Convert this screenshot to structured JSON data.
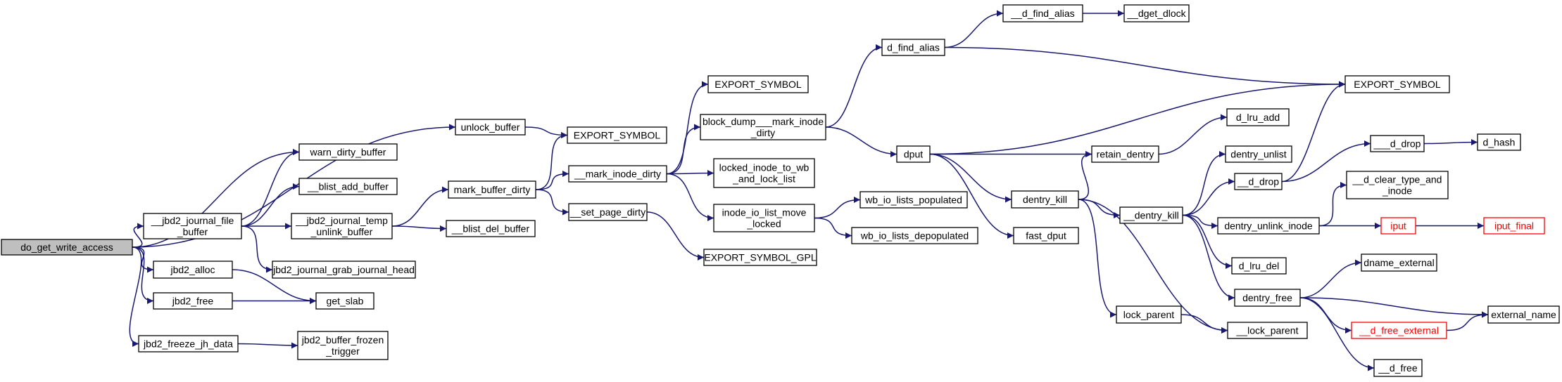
{
  "title": "",
  "colors": {
    "edge": "#191970",
    "node_border": "#000000",
    "node_fill": "#ffffff",
    "root_fill": "#bfbfbf",
    "truncated_border": "#ff0000"
  },
  "nodes": [
    {
      "id": "do_get_write_access",
      "lines": [
        "do_get_write_access"
      ],
      "root": true
    },
    {
      "id": "unlock_buffer",
      "lines": [
        "unlock_buffer"
      ]
    },
    {
      "id": "warn_dirty_buffer",
      "lines": [
        "warn_dirty_buffer"
      ]
    },
    {
      "id": "jbd2_journal_file_buffer",
      "lines": [
        "__jbd2_journal_file",
        "_buffer"
      ]
    },
    {
      "id": "jbd2_alloc",
      "lines": [
        "jbd2_alloc"
      ]
    },
    {
      "id": "jbd2_free",
      "lines": [
        "jbd2_free"
      ]
    },
    {
      "id": "jbd2_freeze_jh_data",
      "lines": [
        "jbd2_freeze_jh_data"
      ]
    },
    {
      "id": "export_symbol_1",
      "lines": [
        "EXPORT_SYMBOL"
      ]
    },
    {
      "id": "blist_add_buffer",
      "lines": [
        "__blist_add_buffer"
      ]
    },
    {
      "id": "jbd2_journal_temp_unlink_buffer",
      "lines": [
        "__jbd2_journal_temp",
        "_unlink_buffer"
      ]
    },
    {
      "id": "jbd2_journal_grab_journal_head",
      "lines": [
        "jbd2_journal_grab_journal_head"
      ]
    },
    {
      "id": "get_slab",
      "lines": [
        "get_slab"
      ]
    },
    {
      "id": "jbd2_buffer_frozen_trigger",
      "lines": [
        "jbd2_buffer_frozen",
        "_trigger"
      ]
    },
    {
      "id": "mark_buffer_dirty",
      "lines": [
        "mark_buffer_dirty"
      ]
    },
    {
      "id": "blist_del_buffer",
      "lines": [
        "__blist_del_buffer"
      ]
    },
    {
      "id": "mark_inode_dirty",
      "lines": [
        "__mark_inode_dirty"
      ]
    },
    {
      "id": "set_page_dirty",
      "lines": [
        "__set_page_dirty"
      ]
    },
    {
      "id": "export_symbol_2",
      "lines": [
        "EXPORT_SYMBOL"
      ]
    },
    {
      "id": "block_dump_mark_inode_dirty",
      "lines": [
        "block_dump___mark_inode",
        "_dirty"
      ]
    },
    {
      "id": "locked_inode_to_wb_and_lock_list",
      "lines": [
        "locked_inode_to_wb",
        "_and_lock_list"
      ]
    },
    {
      "id": "inode_io_list_move_locked",
      "lines": [
        "inode_io_list_move",
        "_locked"
      ]
    },
    {
      "id": "export_symbol_gpl",
      "lines": [
        "EXPORT_SYMBOL_GPL"
      ]
    },
    {
      "id": "d_find_alias",
      "lines": [
        "d_find_alias"
      ]
    },
    {
      "id": "dput",
      "lines": [
        "dput"
      ]
    },
    {
      "id": "wb_io_lists_populated",
      "lines": [
        "wb_io_lists_populated"
      ]
    },
    {
      "id": "wb_io_lists_depopulated",
      "lines": [
        "wb_io_lists_depopulated"
      ]
    },
    {
      "id": "d_find_alias_2",
      "lines": [
        "__d_find_alias"
      ]
    },
    {
      "id": "dget_dlock",
      "lines": [
        "__dget_dlock"
      ]
    },
    {
      "id": "export_symbol_3",
      "lines": [
        "EXPORT_SYMBOL"
      ]
    },
    {
      "id": "retain_dentry",
      "lines": [
        "retain_dentry"
      ]
    },
    {
      "id": "dentry_kill",
      "lines": [
        "dentry_kill"
      ]
    },
    {
      "id": "fast_dput",
      "lines": [
        "fast_dput"
      ]
    },
    {
      "id": "d_lru_add",
      "lines": [
        "d_lru_add"
      ]
    },
    {
      "id": "dentry_kill_2",
      "lines": [
        "__dentry_kill"
      ]
    },
    {
      "id": "lock_parent",
      "lines": [
        "lock_parent"
      ]
    },
    {
      "id": "lock_parent_2",
      "lines": [
        "__lock_parent"
      ]
    },
    {
      "id": "dentry_unlist",
      "lines": [
        "dentry_unlist"
      ]
    },
    {
      "id": "d_drop_2",
      "lines": [
        "___d_drop"
      ]
    },
    {
      "id": "d_drop",
      "lines": [
        "__d_drop"
      ]
    },
    {
      "id": "dentry_unlink_inode",
      "lines": [
        "dentry_unlink_inode"
      ]
    },
    {
      "id": "d_lru_del",
      "lines": [
        "d_lru_del"
      ]
    },
    {
      "id": "dentry_free",
      "lines": [
        "dentry_free"
      ]
    },
    {
      "id": "d_hash",
      "lines": [
        "d_hash"
      ]
    },
    {
      "id": "d_clear_type_and_inode",
      "lines": [
        "__d_clear_type_and",
        "_inode"
      ]
    },
    {
      "id": "iput",
      "lines": [
        "iput"
      ],
      "truncated": true
    },
    {
      "id": "iput_final",
      "lines": [
        "iput_final"
      ],
      "truncated": true
    },
    {
      "id": "dname_external",
      "lines": [
        "dname_external"
      ]
    },
    {
      "id": "d_free_external",
      "lines": [
        "__d_free_external"
      ],
      "truncated": true
    },
    {
      "id": "external_name",
      "lines": [
        "external_name"
      ]
    },
    {
      "id": "d_free",
      "lines": [
        "__d_free"
      ]
    }
  ],
  "edges": [
    [
      "do_get_write_access",
      "unlock_buffer"
    ],
    [
      "do_get_write_access",
      "warn_dirty_buffer"
    ],
    [
      "do_get_write_access",
      "jbd2_journal_file_buffer"
    ],
    [
      "do_get_write_access",
      "jbd2_alloc"
    ],
    [
      "do_get_write_access",
      "jbd2_free"
    ],
    [
      "do_get_write_access",
      "jbd2_freeze_jh_data"
    ],
    [
      "unlock_buffer",
      "export_symbol_1"
    ],
    [
      "jbd2_journal_file_buffer",
      "warn_dirty_buffer"
    ],
    [
      "jbd2_journal_file_buffer",
      "blist_add_buffer"
    ],
    [
      "jbd2_journal_file_buffer",
      "jbd2_journal_temp_unlink_buffer"
    ],
    [
      "jbd2_journal_file_buffer",
      "jbd2_journal_grab_journal_head"
    ],
    [
      "jbd2_alloc",
      "get_slab"
    ],
    [
      "jbd2_free",
      "get_slab"
    ],
    [
      "jbd2_freeze_jh_data",
      "jbd2_buffer_frozen_trigger"
    ],
    [
      "jbd2_journal_temp_unlink_buffer",
      "mark_buffer_dirty"
    ],
    [
      "jbd2_journal_temp_unlink_buffer",
      "blist_del_buffer"
    ],
    [
      "mark_buffer_dirty",
      "export_symbol_1"
    ],
    [
      "mark_buffer_dirty",
      "mark_inode_dirty"
    ],
    [
      "mark_buffer_dirty",
      "set_page_dirty"
    ],
    [
      "mark_inode_dirty",
      "export_symbol_2"
    ],
    [
      "mark_inode_dirty",
      "block_dump_mark_inode_dirty"
    ],
    [
      "mark_inode_dirty",
      "locked_inode_to_wb_and_lock_list"
    ],
    [
      "mark_inode_dirty",
      "inode_io_list_move_locked"
    ],
    [
      "set_page_dirty",
      "export_symbol_gpl"
    ],
    [
      "block_dump_mark_inode_dirty",
      "d_find_alias"
    ],
    [
      "block_dump_mark_inode_dirty",
      "dput"
    ],
    [
      "inode_io_list_move_locked",
      "wb_io_lists_populated"
    ],
    [
      "inode_io_list_move_locked",
      "wb_io_lists_depopulated"
    ],
    [
      "d_find_alias",
      "d_find_alias_2"
    ],
    [
      "d_find_alias",
      "export_symbol_3"
    ],
    [
      "d_find_alias_2",
      "dget_dlock"
    ],
    [
      "dput",
      "export_symbol_3"
    ],
    [
      "dput",
      "retain_dentry"
    ],
    [
      "dput",
      "dentry_kill"
    ],
    [
      "dput",
      "fast_dput"
    ],
    [
      "retain_dentry",
      "d_lru_add"
    ],
    [
      "dentry_kill",
      "retain_dentry"
    ],
    [
      "dentry_kill",
      "dentry_kill_2"
    ],
    [
      "dentry_kill",
      "lock_parent"
    ],
    [
      "dentry_kill",
      "lock_parent_2"
    ],
    [
      "lock_parent",
      "lock_parent_2"
    ],
    [
      "dentry_kill_2",
      "dentry_unlist"
    ],
    [
      "dentry_kill_2",
      "d_drop"
    ],
    [
      "dentry_kill_2",
      "dentry_unlink_inode"
    ],
    [
      "dentry_kill_2",
      "d_lru_del"
    ],
    [
      "dentry_kill_2",
      "dentry_free"
    ],
    [
      "d_drop",
      "export_symbol_3"
    ],
    [
      "d_drop",
      "d_drop_2"
    ],
    [
      "d_drop_2",
      "d_hash"
    ],
    [
      "dentry_unlink_inode",
      "d_clear_type_and_inode"
    ],
    [
      "dentry_unlink_inode",
      "iput"
    ],
    [
      "iput",
      "iput_final"
    ],
    [
      "dentry_free",
      "dname_external"
    ],
    [
      "dentry_free",
      "d_free_external"
    ],
    [
      "dentry_free",
      "external_name"
    ],
    [
      "dentry_free",
      "d_free"
    ],
    [
      "d_free_external",
      "external_name"
    ]
  ]
}
